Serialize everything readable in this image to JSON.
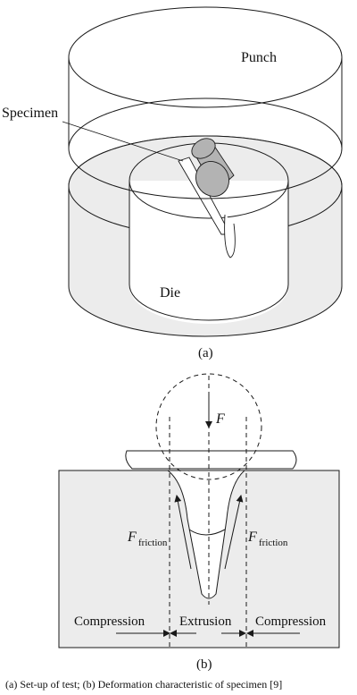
{
  "figure_a": {
    "punch_label": "Punch",
    "specimen_label": "Specimen",
    "die_label": "Die",
    "caption": "(a)"
  },
  "figure_b": {
    "force_label": "F",
    "friction_main": "F",
    "friction_sub": "friction",
    "region_left": "Compression",
    "region_middle": "Extrusion",
    "region_right": "Compression",
    "caption": "(b)"
  },
  "caption": "(a) Set-up of test; (b) Deformation characteristic of specimen [9]",
  "watermark": "",
  "colors": {
    "ink": "#1a1a1a",
    "die_fill": "#ececec",
    "specimen_fill": "#b3b3b3"
  }
}
